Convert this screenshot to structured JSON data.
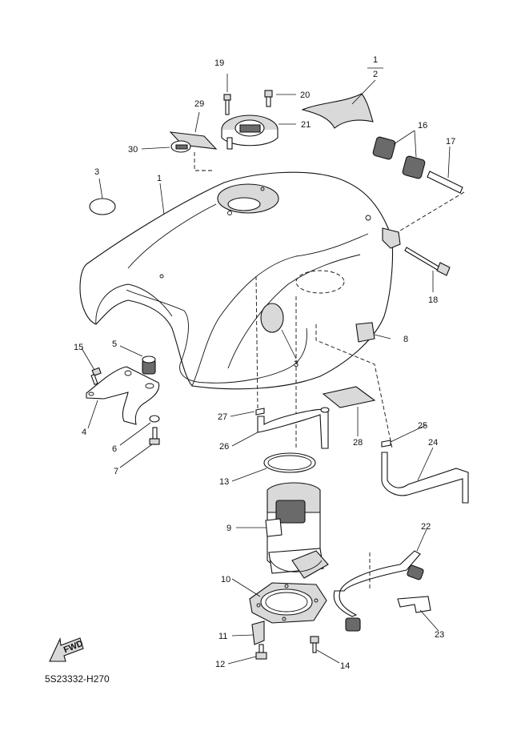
{
  "diagram": {
    "code": "5S23332-H270",
    "fwd_label": "FWD",
    "callouts": {
      "c1": "1",
      "c1b": "1",
      "c2": "2",
      "c3a": "3",
      "c3b": "3",
      "c4": "4",
      "c5": "5",
      "c6": "6",
      "c7": "7",
      "c8": "8",
      "c9": "9",
      "c10": "10",
      "c11": "11",
      "c12": "12",
      "c13": "13",
      "c14": "14",
      "c15": "15",
      "c16": "16",
      "c17": "17",
      "c18": "18",
      "c19": "19",
      "c20": "20",
      "c21": "21",
      "c22": "22",
      "c23": "23",
      "c24": "24",
      "c25": "25",
      "c26": "26",
      "c27": "27",
      "c28": "28",
      "c29": "29",
      "c30": "30"
    }
  }
}
